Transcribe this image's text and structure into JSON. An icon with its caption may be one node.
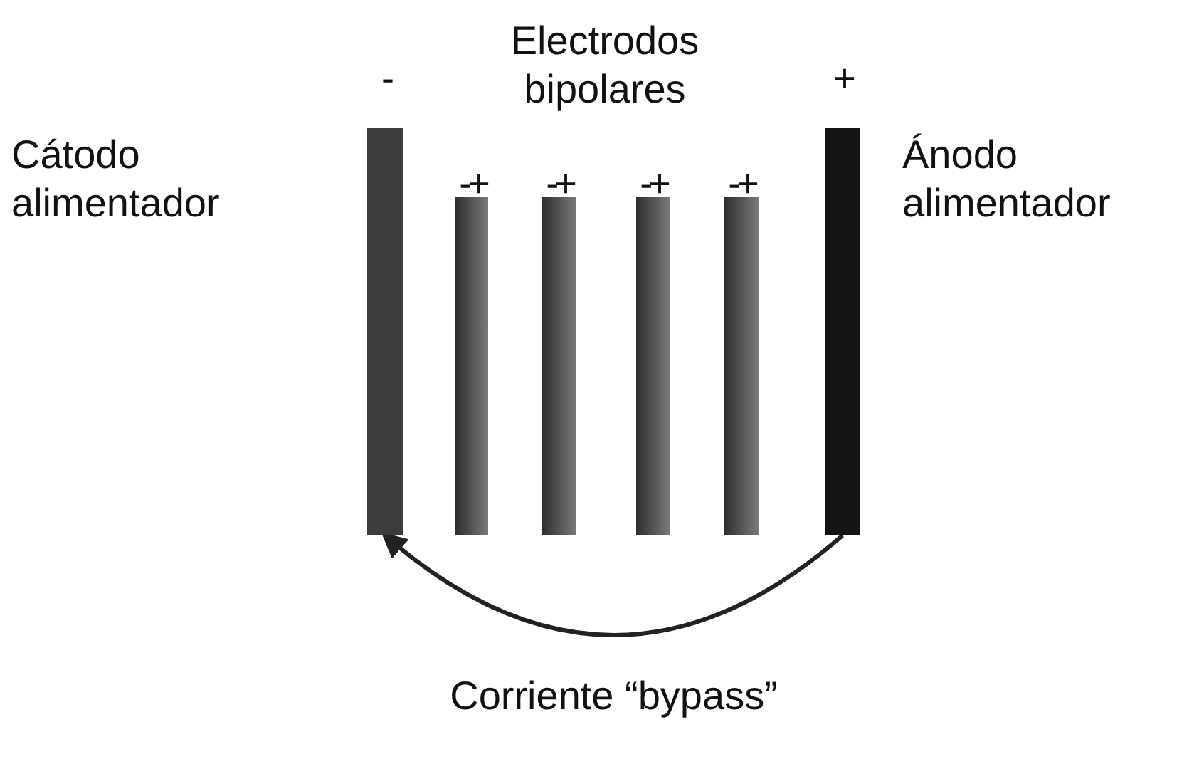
{
  "diagram": {
    "nodes": [
      {
        "text": [],
        "shape": "bar",
        "beside": [
          "-",
          "Cátodo alimentador"
        ]
      },
      {
        "text": [],
        "shape": "bar",
        "beside": [
          "-+"
        ]
      },
      {
        "text": [],
        "shape": "bar",
        "beside": [
          "-+"
        ]
      },
      {
        "text": [],
        "shape": "bar",
        "beside": [
          "-+"
        ]
      },
      {
        "text": [],
        "shape": "bar",
        "beside": [
          "-+"
        ]
      },
      {
        "text": [],
        "shape": "bar",
        "beside": [
          "+",
          "Ánodo alimentador"
        ]
      }
    ],
    "edges": [
      {
        "from": 5,
        "to": 0,
        "arrow": "to",
        "label": "Corriente “bypass”"
      }
    ],
    "labels": [
      "Electrodos bipolares"
    ]
  }
}
